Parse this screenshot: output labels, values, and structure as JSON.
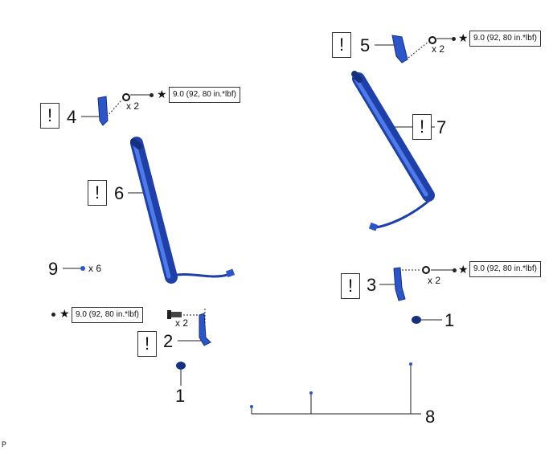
{
  "callouts": {
    "c1a": "1",
    "c1b": "1",
    "c2": "2",
    "c3": "3",
    "c4": "4",
    "c5": "5",
    "c6": "6",
    "c7": "7",
    "c8": "8",
    "c9": "9"
  },
  "warning_symbol": "!",
  "star_symbol": "★",
  "torque_spec": "9.0 (92, 80 in.*lbf)",
  "quantities": {
    "x2": "x 2",
    "x6": "x 6"
  },
  "footnote": "P",
  "colors": {
    "part_blue": "#2c55c8",
    "part_dark": "#16307d",
    "line": "#222222"
  }
}
